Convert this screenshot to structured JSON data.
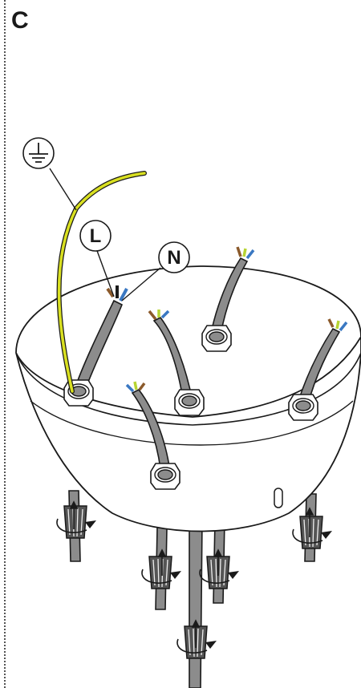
{
  "step_label": "C",
  "callouts": {
    "earth_icon": "earth-ground-symbol",
    "live_label": "L",
    "neutral_label": "N"
  },
  "colors": {
    "earth_wire": "#d9e021",
    "cable_sheath": "#8c8c8c",
    "live_core": "#8b5a2b",
    "neutral_core": "#3a78c2",
    "earth_core": "#b7d432",
    "outline": "#1a1a1a"
  }
}
